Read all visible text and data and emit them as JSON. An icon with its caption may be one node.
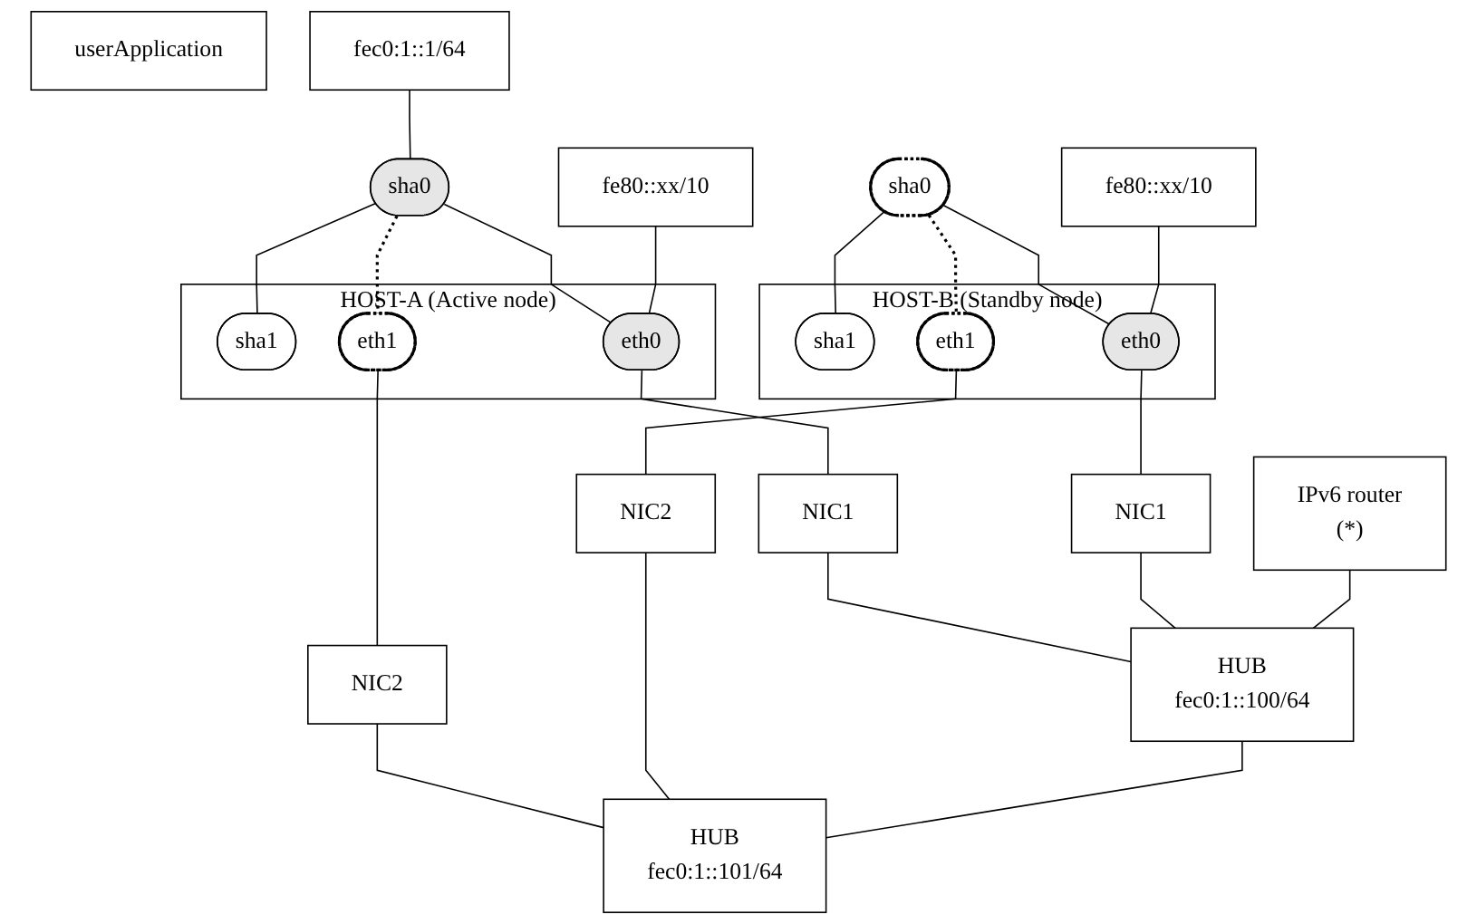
{
  "diagram": {
    "nodes": [
      {
        "text": [
          "HOST-A (Active node)"
        ]
      },
      {
        "text": [
          "HOST-B (Standby node)"
        ]
      },
      {
        "text": [
          "userApplication"
        ]
      },
      {
        "text": [
          "sha0"
        ]
      },
      {
        "text": [
          "sha1"
        ],
        "in": 0
      },
      {
        "text": [
          "eth0"
        ],
        "in": 0
      },
      {
        "text": [
          "eth1"
        ],
        "in": 0
      },
      {
        "text": [
          "NIC1"
        ]
      },
      {
        "text": [
          "NIC2"
        ]
      },
      {
        "text": [
          "fec0:1::1/64"
        ]
      },
      {
        "text": [
          "fe80::xx/10"
        ]
      },
      {
        "text": [
          "sha0"
        ]
      },
      {
        "text": [
          "sha1"
        ],
        "in": 1
      },
      {
        "text": [
          "eth0"
        ],
        "in": 1
      },
      {
        "text": [
          "eth1"
        ],
        "in": 1
      },
      {
        "text": [
          "NIC1"
        ]
      },
      {
        "text": [
          "NIC2"
        ]
      },
      {
        "text": [
          "fe80::xx/10"
        ]
      },
      {
        "text": [
          "IPv6 router",
          "(*)"
        ]
      },
      {
        "text": [
          "HUB",
          "fec0:1::100/64"
        ]
      },
      {
        "text": [
          "HUB",
          "fec0:1::101/64"
        ]
      }
    ],
    "edges": [
      {
        "from": 3,
        "to": 5,
        "arrow": "none"
      },
      {
        "from": 3,
        "to": 6,
        "arrow": "none",
        "style": "dashed"
      },
      {
        "from": 3,
        "to": 4,
        "arrow": "none"
      },
      {
        "from": 9,
        "to": 3,
        "arrow": "none"
      },
      {
        "from": 5,
        "to": 7,
        "arrow": "none"
      },
      {
        "from": 6,
        "to": 8,
        "arrow": "none"
      },
      {
        "from": 10,
        "to": 5,
        "arrow": "none"
      },
      {
        "from": 11,
        "to": 13,
        "arrow": "none"
      },
      {
        "from": 11,
        "to": 14,
        "arrow": "none",
        "style": "dashed"
      },
      {
        "from": 11,
        "to": 12,
        "arrow": "none"
      },
      {
        "from": 13,
        "to": 15,
        "arrow": "none"
      },
      {
        "from": 14,
        "to": 16,
        "arrow": "none"
      },
      {
        "from": 17,
        "to": 13,
        "arrow": "none"
      },
      {
        "from": 7,
        "to": 19,
        "arrow": "none"
      },
      {
        "from": 8,
        "to": 20,
        "arrow": "none"
      },
      {
        "from": 15,
        "to": 19,
        "arrow": "none"
      },
      {
        "from": 16,
        "to": 20,
        "arrow": "none"
      },
      {
        "from": 18,
        "to": 19,
        "arrow": "none"
      },
      {
        "from": 19,
        "to": 20,
        "arrow": "none"
      }
    ]
  }
}
